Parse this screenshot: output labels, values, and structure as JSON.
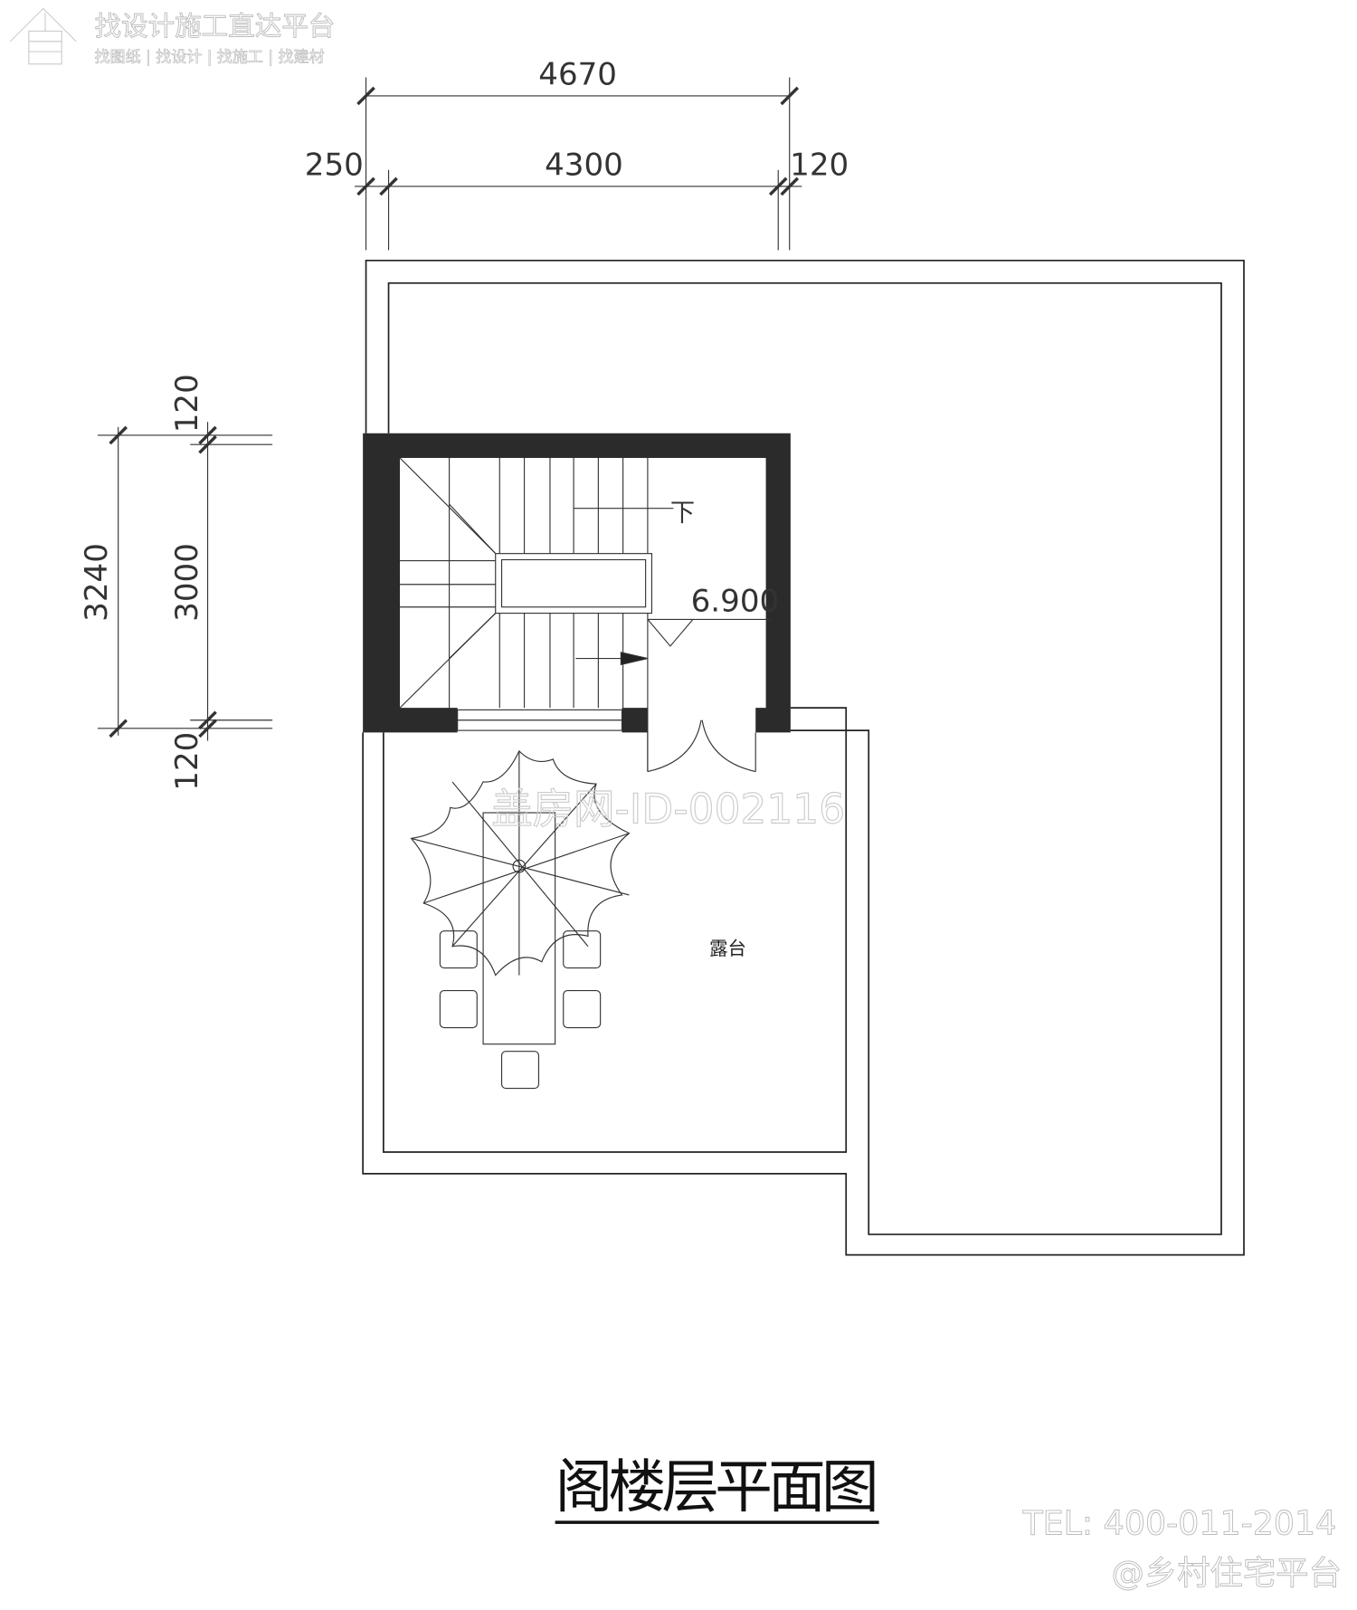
{
  "logo": {
    "title": "找设计施工直达平台",
    "subtitle": "找图纸 | 找设计 | 找施工 | 找建材"
  },
  "dimensions": {
    "top_total": "4670",
    "top_left": "250",
    "top_middle": "4300",
    "top_right": "120",
    "left_total": "3240",
    "left_inner": "3000",
    "left_top": "120",
    "left_bottom": "120"
  },
  "labels": {
    "stair_down": "下",
    "elevation": "6.900",
    "terrace": "露台",
    "watermark": "盖房网-ID-002116"
  },
  "title": "阁楼层平面图",
  "footer": {
    "tel": "TEL: 400-011-2014",
    "platform": "@乡村住宅平台"
  },
  "colors": {
    "wall": "#2b2b2b",
    "line": "#222222",
    "watermark": "#cccccc"
  }
}
